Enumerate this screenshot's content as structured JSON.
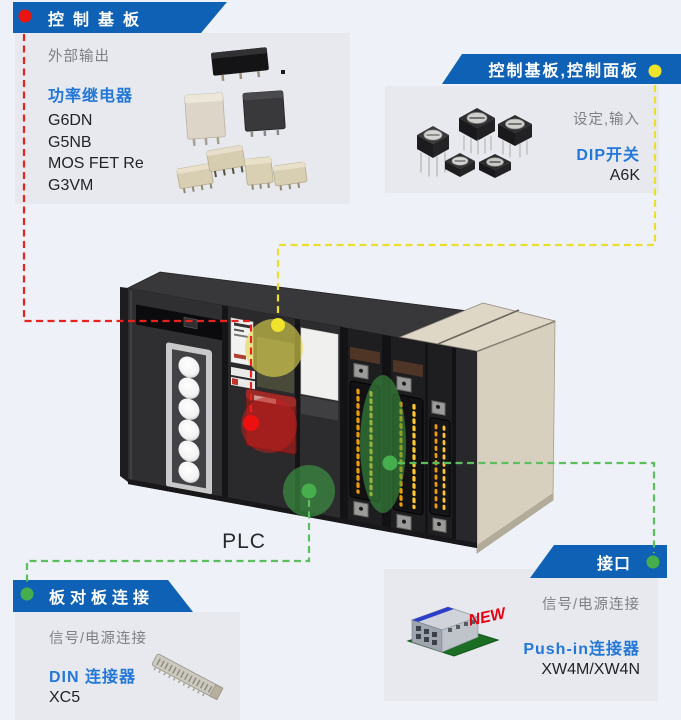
{
  "colors": {
    "page_bg": "#eef1f8",
    "panel_bg": "#e7e9ee",
    "banner_blue": "#0e61b4",
    "link_blue": "#2277d8",
    "muted_gray": "#7d8084",
    "text_dark": "#212326",
    "marker_red": "#e8231e",
    "marker_yellow": "#f0e32c",
    "marker_green": "#46ae4c",
    "new_red": "#e60012"
  },
  "callouts": {
    "top_left": {
      "banner": "控制基板",
      "category": "外部输出",
      "product_type": "功率继电器",
      "models": [
        "G6DN",
        "G5NB",
        "MOS FET Re",
        "G3VM"
      ]
    },
    "top_right": {
      "banner": "控制基板,控制面板",
      "category": "设定,输入",
      "product_type": "DIP开关",
      "models": [
        "A6K"
      ]
    },
    "bottom_left": {
      "banner": "板对板连接",
      "category": "信号/电源连接",
      "product_type": "DIN 连接器",
      "models": [
        "XC5"
      ]
    },
    "bottom_right": {
      "banner": "接口",
      "category": "信号/电源连接",
      "product_type": "Push-in连接器",
      "models": [
        "XW4M/XW4N"
      ],
      "badge": "NEW"
    }
  },
  "plc": {
    "label": "PLC"
  }
}
